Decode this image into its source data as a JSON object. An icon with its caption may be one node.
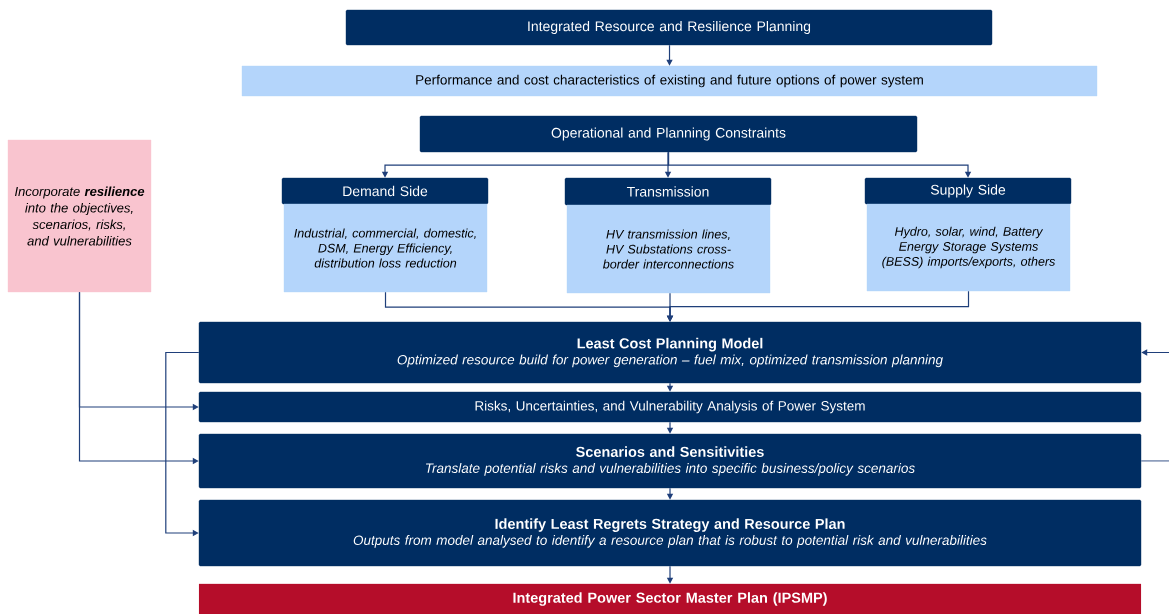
{
  "diagram": {
    "nodes": [
      {
        "text": [
          "Integrated Resource and Resilience Planning"
        ]
      },
      {
        "text": [
          "Performance and cost characteristics of existing and future options of power system"
        ]
      },
      {
        "text": [
          "Operational and Planning Constraints"
        ]
      },
      {
        "text": [
          "Demand Side"
        ]
      },
      {
        "text": [
          "Industrial, commercial, domestic, DSM, Energy Efficiency, distribution loss reduction"
        ]
      },
      {
        "text": [
          "Transmission"
        ]
      },
      {
        "text": [
          "HV transmission lines, HV Substations cross- border interconnections"
        ]
      },
      {
        "text": [
          "Supply Side"
        ]
      },
      {
        "text": [
          "Hydro, solar, wind, Battery Energy Storage Systems (BESS) imports/exports, others"
        ]
      },
      {
        "text": [
          "Incorporate **resilience** into the objectives, scenarios, risks, and vulnerabilities"
        ]
      },
      {
        "text": [
          "Least Cost Planning Model",
          "Optimized resource build for power generation – fuel mix, optimized transmission planning"
        ]
      },
      {
        "text": [
          "Risks, Uncertainties, and Vulnerability Analysis of Power System"
        ]
      },
      {
        "text": [
          "Scenarios and Sensitivities",
          "Translate potential risks and vulnerabilities into specific business/policy scenarios"
        ]
      },
      {
        "text": [
          "Identify Least Regrets Strategy and Resource Plan",
          "Outputs from model analysed  to identify a resource plan that is robust to potential risk and vulnerabilities"
        ]
      },
      {
        "text": [
          "Integrated Power Sector Master Plan (IPSMP)"
        ]
      }
    ],
    "edges": [
      {
        "from": 0,
        "to": 1,
        "arrow": "to"
      },
      {
        "from": 2,
        "to": 3,
        "arrow": "to"
      },
      {
        "from": 2,
        "to": 5,
        "arrow": "to"
      },
      {
        "from": 2,
        "to": 7,
        "arrow": "to"
      },
      {
        "from": 4,
        "to": 10,
        "arrow": "to"
      },
      {
        "from": 6,
        "to": 10,
        "arrow": "to"
      },
      {
        "from": 8,
        "to": 10,
        "arrow": "to"
      },
      {
        "from": 9,
        "to": 11,
        "arrow": "to"
      },
      {
        "from": 9,
        "to": 12,
        "arrow": "to"
      },
      {
        "from": 10,
        "to": 13,
        "arrow": "to"
      },
      {
        "from": 10,
        "to": 11,
        "arrow": "to"
      },
      {
        "from": 11,
        "to": 12,
        "arrow": "to"
      },
      {
        "from": 12,
        "to": 13,
        "arrow": "to"
      },
      {
        "from": 13,
        "to": 14,
        "arrow": "to"
      },
      {
        "from": null,
        "to": 10,
        "arrow": "to"
      },
      {
        "from": 12,
        "to": null,
        "arrow": "none"
      }
    ]
  }
}
